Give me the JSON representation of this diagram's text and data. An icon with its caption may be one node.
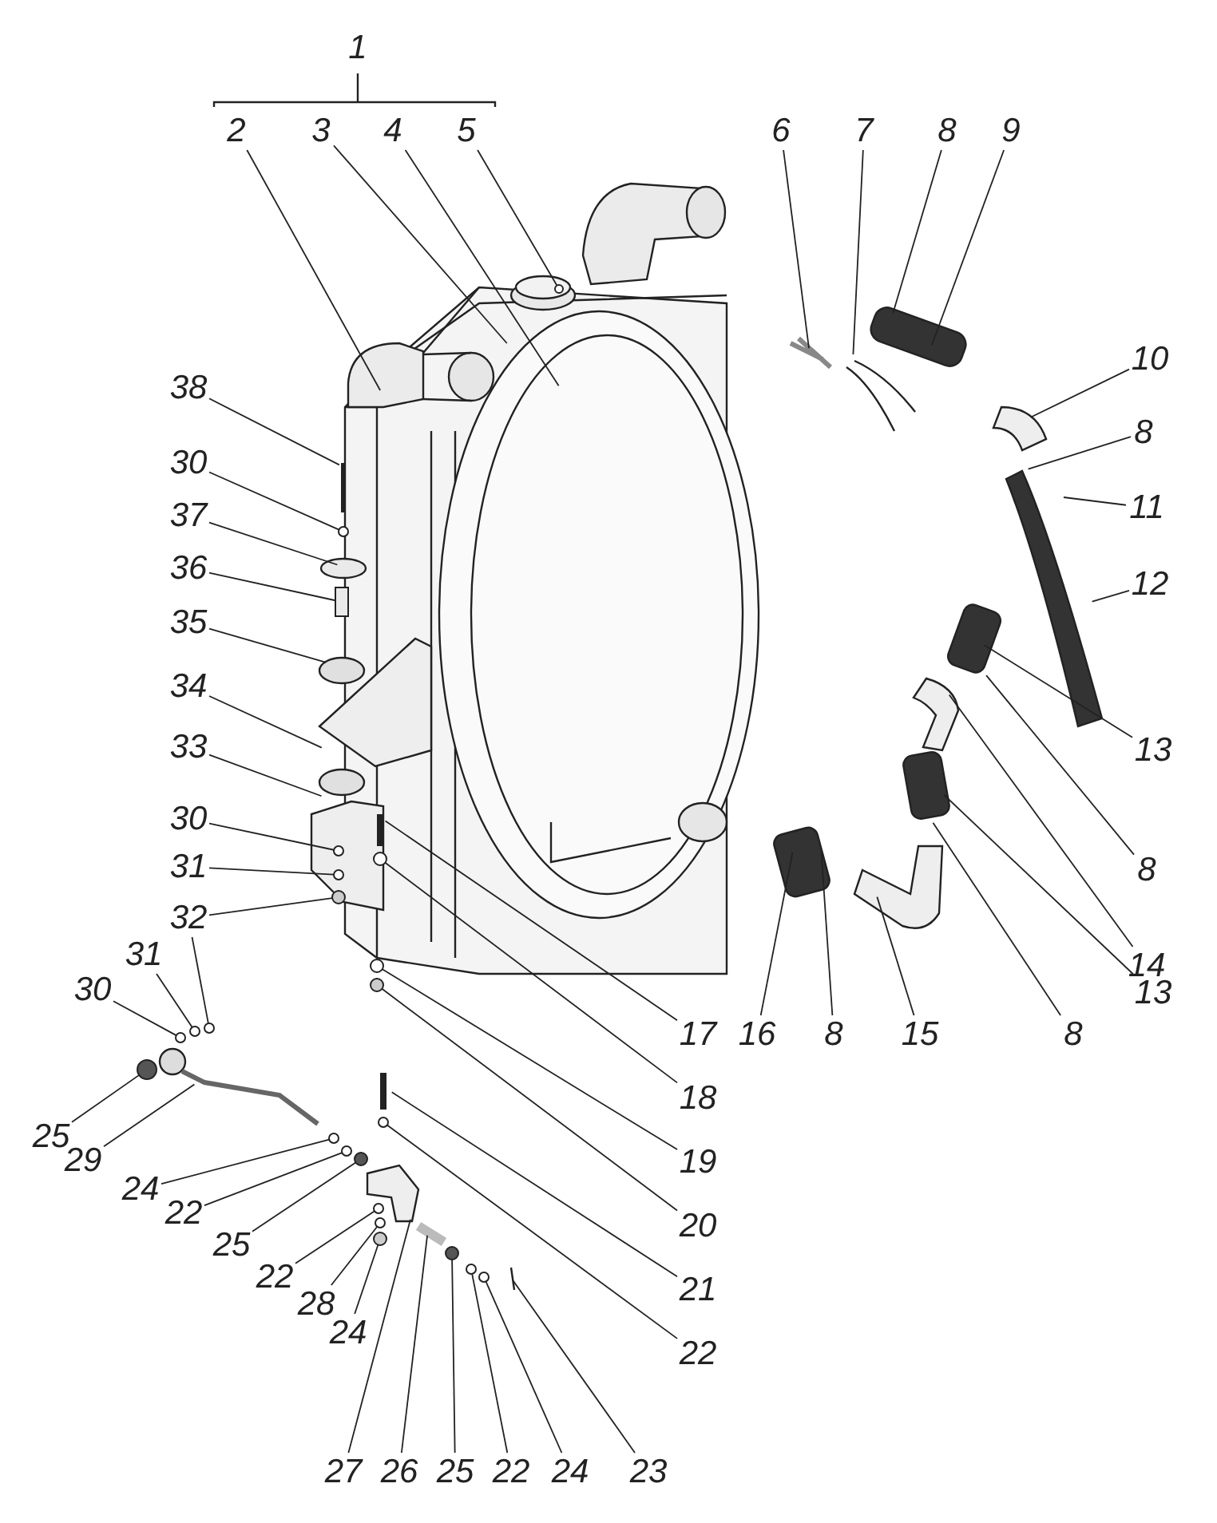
{
  "diagram": {
    "nodes": [
      {
        "text": [
          "2"
        ]
      },
      {
        "text": [
          "3"
        ]
      },
      {
        "text": [
          "4"
        ]
      },
      {
        "text": [
          "5"
        ]
      },
      {
        "text": [
          "6"
        ]
      },
      {
        "text": [
          "7"
        ]
      },
      {
        "text": [
          "8"
        ]
      },
      {
        "text": [
          "9"
        ]
      },
      {
        "text": [
          "10"
        ]
      },
      {
        "text": [
          "8"
        ]
      },
      {
        "text": [
          "11"
        ]
      },
      {
        "text": [
          "12"
        ]
      },
      {
        "text": [
          "13"
        ]
      },
      {
        "text": [
          "8"
        ]
      },
      {
        "text": [
          "14"
        ]
      },
      {
        "text": [
          "13"
        ]
      },
      {
        "text": [
          "8"
        ]
      },
      {
        "text": [
          "16"
        ]
      },
      {
        "text": [
          "8"
        ]
      },
      {
        "text": [
          "15"
        ]
      },
      {
        "text": [
          "17"
        ]
      },
      {
        "text": [
          "18"
        ]
      },
      {
        "text": [
          "19"
        ]
      },
      {
        "text": [
          "20"
        ]
      },
      {
        "text": [
          "21"
        ]
      },
      {
        "text": [
          "22"
        ]
      },
      {
        "text": [
          "38"
        ]
      },
      {
        "text": [
          "30"
        ]
      },
      {
        "text": [
          "37"
        ]
      },
      {
        "text": [
          "36"
        ]
      },
      {
        "text": [
          "35"
        ]
      },
      {
        "text": [
          "34"
        ]
      },
      {
        "text": [
          "33"
        ]
      },
      {
        "text": [
          "30"
        ]
      },
      {
        "text": [
          "31"
        ]
      },
      {
        "text": [
          "32"
        ]
      },
      {
        "text": [
          "31"
        ]
      },
      {
        "text": [
          "30"
        ]
      },
      {
        "text": [
          "25"
        ]
      },
      {
        "text": [
          "29"
        ]
      },
      {
        "text": [
          "24"
        ]
      },
      {
        "text": [
          "22"
        ]
      },
      {
        "text": [
          "25"
        ]
      },
      {
        "text": [
          "22"
        ]
      },
      {
        "text": [
          "28"
        ]
      },
      {
        "text": [
          "24"
        ]
      },
      {
        "text": [
          "27"
        ]
      },
      {
        "text": [
          "26"
        ]
      },
      {
        "text": [
          "25"
        ]
      },
      {
        "text": [
          "22"
        ]
      },
      {
        "text": [
          "24"
        ]
      },
      {
        "text": [
          "23"
        ]
      },
      {
        "text": [],
        "shape": "circle"
      },
      {
        "text": [],
        "shape": "circle"
      },
      {
        "text": [],
        "shape": "bar"
      },
      {
        "text": [],
        "shape": "circle"
      },
      {
        "text": [],
        "shape": "circle"
      },
      {
        "text": [],
        "shape": "circle"
      },
      {
        "text": [],
        "shape": "circle"
      },
      {
        "text": [],
        "shape": "circle"
      },
      {
        "text": [],
        "shape": "circle"
      },
      {
        "text": [],
        "shape": "circle"
      },
      {
        "text": [],
        "shape": "circle"
      },
      {
        "text": [],
        "shape": "circle"
      },
      {
        "text": [],
        "shape": "circle"
      },
      {
        "text": [],
        "shape": "circle"
      },
      {
        "text": [],
        "shape": "circle"
      },
      {
        "text": [],
        "shape": "circle"
      },
      {
        "text": [],
        "shape": "circle"
      },
      {
        "text": [],
        "shape": "circle"
      },
      {
        "text": [],
        "shape": "circle"
      },
      {
        "text": [],
        "shape": "circle"
      },
      {
        "text": [],
        "shape": "circle"
      },
      {
        "text": [],
        "shape": "circle"
      },
      {
        "text": [],
        "shape": "circle"
      }
    ],
    "edges": [
      {
        "from": 0,
        "to": null,
        "arrow": "none"
      },
      {
        "from": 1,
        "to": null,
        "arrow": "none"
      },
      {
        "from": 2,
        "to": null,
        "arrow": "none"
      },
      {
        "from": 3,
        "to": 52,
        "arrow": "none"
      },
      {
        "from": 4,
        "to": null,
        "arrow": "none"
      },
      {
        "from": 5,
        "to": null,
        "arrow": "none"
      },
      {
        "from": 6,
        "to": null,
        "arrow": "none"
      },
      {
        "from": 7,
        "to": null,
        "arrow": "none"
      },
      {
        "from": 8,
        "to": null,
        "arrow": "none"
      },
      {
        "from": 9,
        "to": null,
        "arrow": "none"
      },
      {
        "from": 10,
        "to": null,
        "arrow": "none"
      },
      {
        "from": 11,
        "to": null,
        "arrow": "none"
      },
      {
        "from": 12,
        "to": null,
        "arrow": "none"
      },
      {
        "from": 13,
        "to": null,
        "arrow": "none"
      },
      {
        "from": 14,
        "to": null,
        "arrow": "none"
      },
      {
        "from": 15,
        "to": null,
        "arrow": "none"
      },
      {
        "from": 16,
        "to": null,
        "arrow": "none"
      },
      {
        "from": 17,
        "to": null,
        "arrow": "none"
      },
      {
        "from": 18,
        "to": null,
        "arrow": "none"
      },
      {
        "from": 19,
        "to": null,
        "arrow": "none"
      },
      {
        "from": 20,
        "to": null,
        "arrow": "none"
      },
      {
        "from": 21,
        "to": 55,
        "arrow": "none"
      },
      {
        "from": 22,
        "to": 56,
        "arrow": "none"
      },
      {
        "from": 23,
        "to": 57,
        "arrow": "none"
      },
      {
        "from": 24,
        "to": null,
        "arrow": "none"
      },
      {
        "from": 25,
        "to": 58,
        "arrow": "none"
      },
      {
        "from": 26,
        "to": null,
        "arrow": "none"
      },
      {
        "from": 27,
        "to": 53,
        "arrow": "none"
      },
      {
        "from": 28,
        "to": null,
        "arrow": "none"
      },
      {
        "from": 29,
        "to": 54,
        "arrow": "none"
      },
      {
        "from": 30,
        "to": null,
        "arrow": "none"
      },
      {
        "from": 31,
        "to": null,
        "arrow": "none"
      },
      {
        "from": 32,
        "to": null,
        "arrow": "none"
      },
      {
        "from": 33,
        "to": 59,
        "arrow": "none"
      },
      {
        "from": 34,
        "to": 60,
        "arrow": "none"
      },
      {
        "from": 35,
        "to": 61,
        "arrow": "none"
      },
      {
        "from": 35,
        "to": 62,
        "arrow": "none"
      },
      {
        "from": 36,
        "to": 63,
        "arrow": "none"
      },
      {
        "from": 37,
        "to": 64,
        "arrow": "none"
      },
      {
        "from": 38,
        "to": 65,
        "arrow": "none"
      },
      {
        "from": 39,
        "to": null,
        "arrow": "none"
      },
      {
        "from": 40,
        "to": 66,
        "arrow": "none"
      },
      {
        "from": 41,
        "to": 67,
        "arrow": "none"
      },
      {
        "from": 42,
        "to": 68,
        "arrow": "none"
      },
      {
        "from": 43,
        "to": 69,
        "arrow": "none"
      },
      {
        "from": 44,
        "to": 70,
        "arrow": "none"
      },
      {
        "from": 45,
        "to": 71,
        "arrow": "none"
      },
      {
        "from": 46,
        "to": null,
        "arrow": "none"
      },
      {
        "from": 47,
        "to": null,
        "arrow": "none"
      },
      {
        "from": 48,
        "to": 72,
        "arrow": "none"
      },
      {
        "from": 49,
        "to": 73,
        "arrow": "none"
      },
      {
        "from": 50,
        "to": 74,
        "arrow": "none"
      },
      {
        "from": 51,
        "to": null,
        "arrow": "none"
      }
    ],
    "labels": [
      "1"
    ]
  }
}
